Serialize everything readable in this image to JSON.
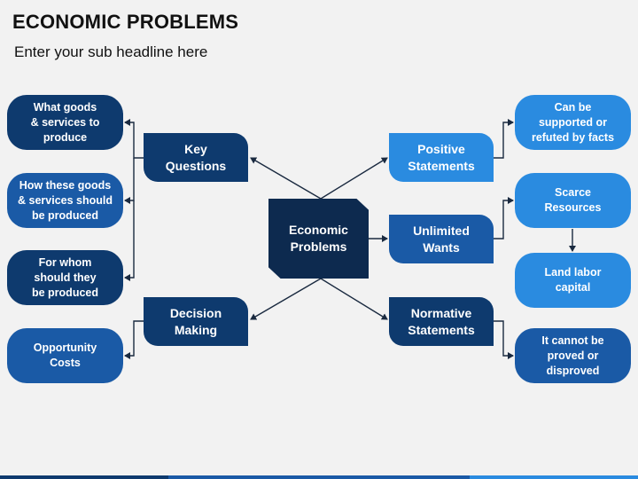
{
  "header": {
    "title": "ECONOMIC PROBLEMS",
    "subtitle": "Enter your sub headline here"
  },
  "center": {
    "label": "Economic\nProblems"
  },
  "categories": {
    "key_questions": "Key\nQuestions",
    "decision_making": "Decision\nMaking",
    "positive_statements": "Positive\nStatements",
    "unlimited_wants": "Unlimited\nWants",
    "normative_statements": "Normative\nStatements"
  },
  "left_items": {
    "what_goods": "What goods\n& services to\nproduce",
    "how_goods": "How these goods\n& services should\nbe produced",
    "for_whom": "For whom\nshould they\nbe produced",
    "opportunity_costs": "Opportunity\nCosts"
  },
  "right_items": {
    "supported": "Can be\nsupported or\nrefuted by facts",
    "scarce": "Scarce\nResources",
    "land_labor": "Land labor\ncapital",
    "cannot_prove": "It cannot be\nproved or\ndisproved"
  },
  "colors": {
    "dark_blue": "#0e3a6e",
    "mid_blue": "#1a5aa6",
    "light_blue": "#2a8be0",
    "center_navy": "#0d2a4f",
    "line": "#1a2a40"
  }
}
